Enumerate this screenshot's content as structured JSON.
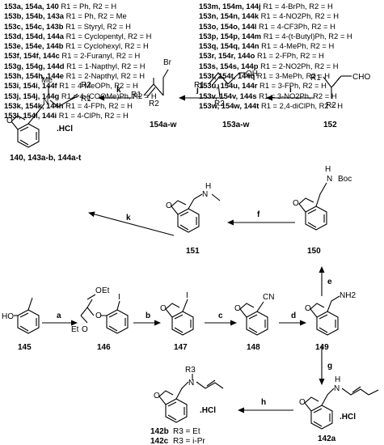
{
  "table_left": [
    {
      "ids": "153a, 154a, 140",
      "sub": "R1 = Ph, R2 = H"
    },
    {
      "ids": "153b, 154b, 143a",
      "sub": "R1 = Ph, R2 = Me"
    },
    {
      "ids": "153c, 154c, 143b",
      "sub": "R1 = Styryl, R2 = H"
    },
    {
      "ids": "153d, 154d, 144a",
      "sub": "R1 = Cyclopentyl, R2 = H"
    },
    {
      "ids": "153e, 154e, 144b",
      "sub": "R1 = Cyclohexyl, R2 = H"
    },
    {
      "ids": "153f, 154f, 144c",
      "sub": "R1 = 2-Furanyl, R2 = H"
    },
    {
      "ids": "153g, 154g, 144d",
      "sub": "R1 = 1-Napthyl, R2 = H"
    },
    {
      "ids": "153h, 154h, 144e",
      "sub": "R1 = 2-Napthyl, R2 = H"
    },
    {
      "ids": "153i, 154i, 144f",
      "sub": "R1 = 4-MeOPh, R2 = H"
    },
    {
      "ids": "153j, 154j, 144g",
      "sub": "R1 = 4-(COOMe)Ph, R2 = H"
    },
    {
      "ids": "153k, 154k, 144h",
      "sub": "R1 = 4-FPh, R2 = H"
    },
    {
      "ids": "153l, 154l, 144i",
      "sub": "R1 = 4-ClPh, R2 = H"
    }
  ],
  "table_right": [
    {
      "ids": "153m, 154m, 144j",
      "sub": "R1 = 4-BrPh, R2 = H"
    },
    {
      "ids": "153n, 154n, 144k",
      "sub": "R1 = 4-NO2Ph, R2 = H"
    },
    {
      "ids": "153o, 154o, 144l",
      "sub": "R1 = 4-CF3Ph, R2 = H"
    },
    {
      "ids": "153p, 154p, 144m",
      "sub": "R1 = 4-(t-Butyl)Ph, R2 = H"
    },
    {
      "ids": "153q, 154q, 144n",
      "sub": "R1 = 4-MePh, R2 = H"
    },
    {
      "ids": "153r, 154r, 144o",
      "sub": "R1 = 2-FPh, R2 = H"
    },
    {
      "ids": "153s, 154s, 144p",
      "sub": "R1 = 2-NO2Ph, R2 = H"
    },
    {
      "ids": "153t, 154t, 144q",
      "sub": "R1 = 3-MePh, R2 = H"
    },
    {
      "ids": "153u, 154u, 144r",
      "sub": "R1 = 3-FPh, R2 = H"
    },
    {
      "ids": "153v, 154v, 144s",
      "sub": "R1 = 3-NO2Ph, R2 = H"
    },
    {
      "ids": "153w, 154w, 144t",
      "sub": "R1 = 2,4-diClPh, R2 = H"
    }
  ],
  "labels": {
    "c152": "152",
    "c153": "153a-w",
    "c154": "154a-w",
    "c140": "140, 143a-b, 144a-t",
    "c151": "151",
    "c150": "150",
    "c145": "145",
    "c146": "146",
    "c147": "147",
    "c148": "148",
    "c149": "149",
    "c142a": "142a",
    "c142b": "142b",
    "c142c": "142c"
  },
  "steps": {
    "a": "a",
    "b": "b",
    "c": "c",
    "d": "d",
    "e": "e",
    "f": "f",
    "g": "g",
    "h": "h",
    "i": "i",
    "j": "j",
    "k1": "k",
    "k2": "k"
  },
  "atoms": {
    "cho": "CHO",
    "oh": "OH",
    "br": "Br",
    "o": "O",
    "n": "N",
    "me": "Me",
    "h": "H",
    "nh2": "NH2",
    "boc": "Boc",
    "ho": "HO",
    "i": "I",
    "cn": "CN",
    "et": "Et",
    "r1": "R1",
    "r2": "R2",
    "r3": "R3",
    "hcl": ".HCl",
    "hcl2": ".HCl"
  },
  "r3": {
    "b": "R3 = Et",
    "c": "R3 = i-Pr"
  }
}
